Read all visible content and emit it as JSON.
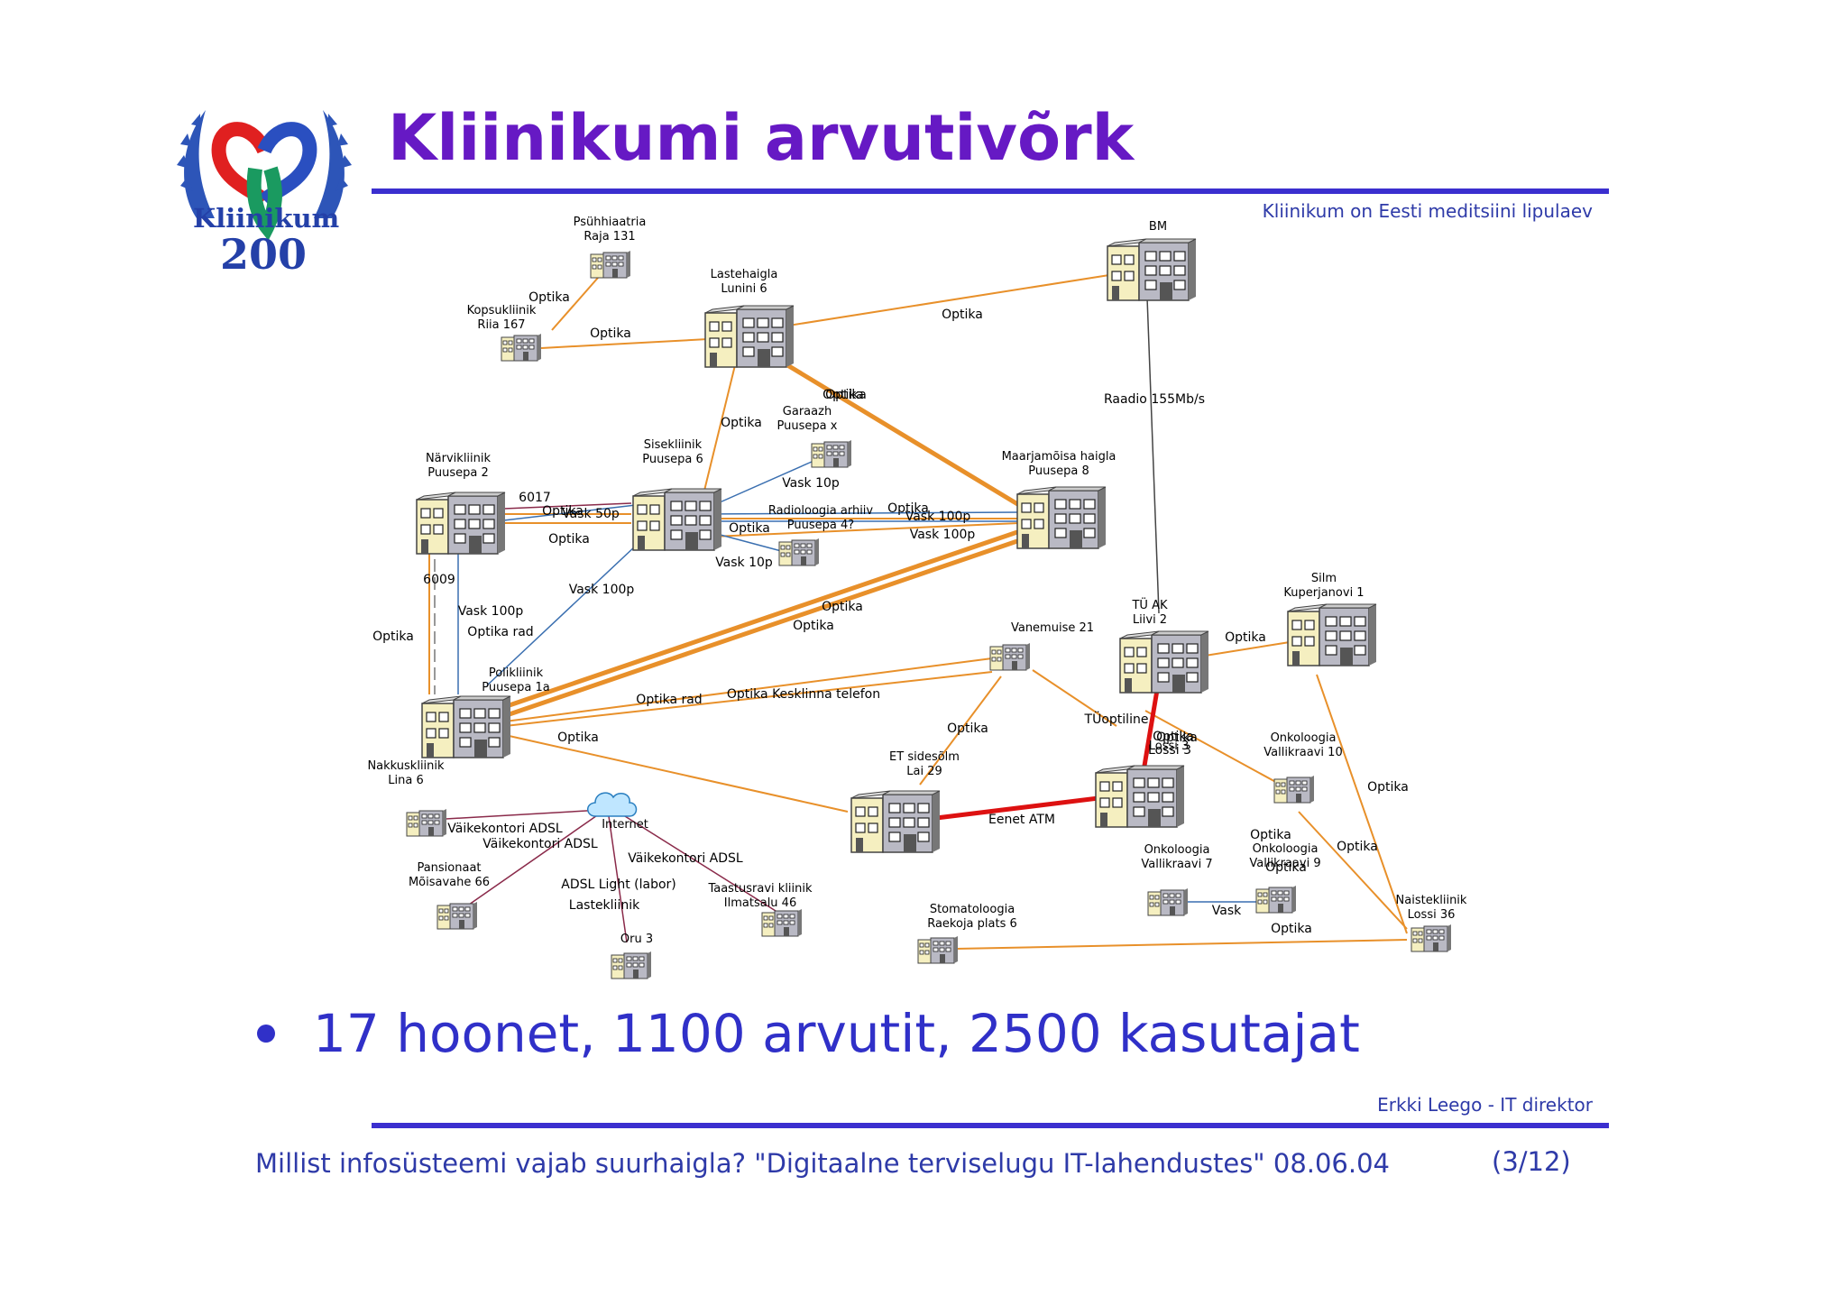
{
  "slide": {
    "title": "Kliinikumi arvutivõrk",
    "tagline": "Kliinikum on Eesti meditsiini lipulaev",
    "bullet": "17 hoonet, 1100 arvutit, 2500 kasutajat",
    "author": "Erkki Leego - IT direktor",
    "footer": "Millist infosüsteemi vajab suurhaigla? \"Digitaalne terviselugu IT-lahendustes\" 08.06.04",
    "page": "(3/12)"
  },
  "logo": {
    "name": "Kliinikum",
    "year": "200"
  },
  "colors": {
    "title": "#6619c4",
    "text": "#2e3aa8",
    "rule": "#3b2fcf",
    "optika": "#e8902a",
    "atm": "#dd1111",
    "copper": "#3a6fb0",
    "adsl": "#8a2a4a"
  },
  "diagram": {
    "nodes": [
      {
        "id": "psuhh",
        "lines": [
          "Psühhiaatria",
          "Raja 131"
        ]
      },
      {
        "id": "kops",
        "lines": [
          "Kopsukliinik",
          "Riia 167"
        ]
      },
      {
        "id": "laste",
        "lines": [
          "Lastehaigla",
          "Lunini 6"
        ]
      },
      {
        "id": "bm",
        "lines": [
          "BM"
        ]
      },
      {
        "id": "garaaz",
        "lines": [
          "Garaazh",
          "Puusepa x"
        ]
      },
      {
        "id": "narvi",
        "lines": [
          "Närvikliinik",
          "Puusepa 2"
        ]
      },
      {
        "id": "sise",
        "lines": [
          "Sisekliinik",
          "Puusepa 6"
        ]
      },
      {
        "id": "maarja",
        "lines": [
          "Maarjamõisa haigla",
          "Puusepa 8"
        ]
      },
      {
        "id": "radio",
        "lines": [
          "Radioloogia arhiiv",
          "Puusepa 4?"
        ]
      },
      {
        "id": "poli",
        "lines": [
          "Polikliinik",
          "Puusepa 1a"
        ]
      },
      {
        "id": "nakkus",
        "lines": [
          "Nakkuskliinik",
          "Lina 6"
        ]
      },
      {
        "id": "vanem",
        "lines": [
          "Vanemuise 21"
        ]
      },
      {
        "id": "tuak",
        "lines": [
          "TÜ AK",
          "Liivi 2"
        ]
      },
      {
        "id": "silm",
        "lines": [
          "Silm",
          "Kuperjanovi 1"
        ]
      },
      {
        "id": "etside",
        "lines": [
          "ET sidesõlm",
          "Lai 29"
        ]
      },
      {
        "id": "lossi3",
        "lines": [
          "Lossi 3"
        ]
      },
      {
        "id": "onko10",
        "lines": [
          "Onkoloogia",
          "Vallikraavi 10"
        ]
      },
      {
        "id": "onko7",
        "lines": [
          "Onkoloogia",
          "Vallikraavi 7"
        ]
      },
      {
        "id": "onko9",
        "lines": [
          "Onkoloogia",
          "Vallikraavi 9"
        ]
      },
      {
        "id": "naiste",
        "lines": [
          "Naistekliinik",
          "Lossi 36"
        ]
      },
      {
        "id": "stom",
        "lines": [
          "Stomatoloogia",
          "Raekoja plats 6"
        ]
      },
      {
        "id": "pansion",
        "lines": [
          "Pansionaat",
          "Mõisavahe 66"
        ]
      },
      {
        "id": "oru",
        "lines": [
          "Oru 3"
        ]
      },
      {
        "id": "taastus",
        "lines": [
          "Taastusravi kliinik",
          "Ilmatsalu 46"
        ]
      },
      {
        "id": "internet",
        "lines": [
          "Internet"
        ]
      }
    ],
    "link_labels": [
      "Optika",
      "Optika",
      "Optika",
      "Optika",
      "Optika",
      "Optika",
      "Optika",
      "Optika",
      "Raadio 155Mb/s",
      "6017",
      "Vask 50p",
      "Optika",
      "Vask 10p",
      "Optika",
      "Vask 100p",
      "Vask 100p",
      "Optika",
      "Vask 10p",
      "Vask 100p",
      "6009",
      "Vask 100p",
      "Optika rad",
      "Optika",
      "Optika",
      "Optika rad",
      "Optika",
      "Optika Kesklinna telefon",
      "Optika",
      "Optika",
      "TÜoptiline",
      "Optika",
      "Lossi 3",
      "Optika",
      "Optika",
      "Eenet ATM",
      "Optika",
      "Optika",
      "Vask",
      "Optika",
      "Väikekontori ADSL",
      "Väikekontori ADSL",
      "Väikekontori ADSL",
      "ADSL Light (labor)",
      "Lastekliinik",
      "Optika"
    ]
  }
}
